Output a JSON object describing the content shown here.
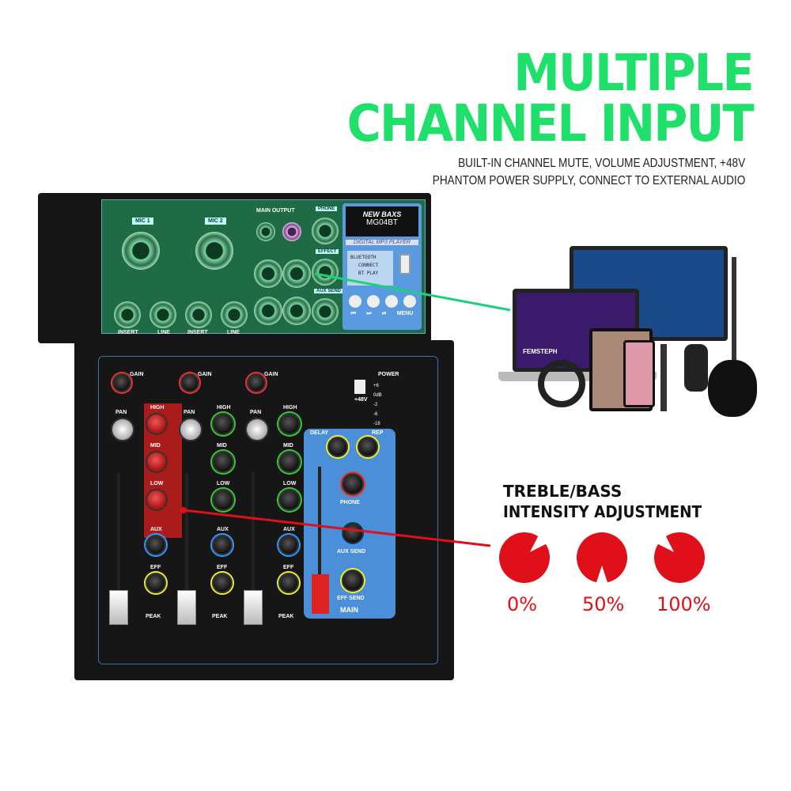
{
  "headline": {
    "line1": "MULTIPLE",
    "line2": "CHANNEL INPUT"
  },
  "subtitle": {
    "line1": "BUILT-IN CHANNEL MUTE, VOLUME ADJUSTMENT, +48V",
    "line2": "PHANTOM POWER SUPPLY, CONNECT TO EXTERNAL AUDIO"
  },
  "callout": {
    "line1": "TREBLE/BASS",
    "line2": "INTENSITY ADJUSTMENT",
    "levels": [
      {
        "label": "0%",
        "value": 0
      },
      {
        "label": "50%",
        "value": 50
      },
      {
        "label": "100%",
        "value": 100
      }
    ]
  },
  "colors": {
    "headline": "#1ee06a",
    "accent_red": "#e0101a",
    "panel_green": "#1f6b45",
    "panel_blue": "#4a8fd8"
  },
  "mixer": {
    "brand": "NEW BAXS",
    "model": "MG04BT",
    "player_title": "DIGITAL MP3 PLAYER",
    "lcd": [
      "BLUETOOTH",
      "CONNECT",
      "BT PLAY"
    ],
    "player_buttons": [
      "⏮",
      "⏭",
      "⏯",
      "MENU"
    ],
    "mic1": "MIC 1",
    "mic2": "MIC 2",
    "insert": "INSERT",
    "line": "LINE",
    "main_output": "MAIN OUTPUT",
    "phone": "PHONE",
    "effect": "EFFECT",
    "aux_send": "AUX SEND",
    "ch_labels": {
      "gain": "GAIN",
      "pan": "PAN",
      "high": "HIGH",
      "mid": "MID",
      "low": "LOW",
      "aux": "AUX",
      "eff": "EFF",
      "peak": "PEAK"
    },
    "power": "POWER",
    "phantom": "+48V",
    "meter": [
      "+6",
      "0dB",
      "-2",
      "-6",
      "-18"
    ],
    "master": {
      "delay": "DELAY",
      "rep": "REP",
      "phone": "PHONE",
      "aux_send": "AUX SEND",
      "eff_send": "EFF SEND",
      "main": "MAIN"
    }
  },
  "screen": {
    "laptop_text": "FEMSTEPH"
  }
}
